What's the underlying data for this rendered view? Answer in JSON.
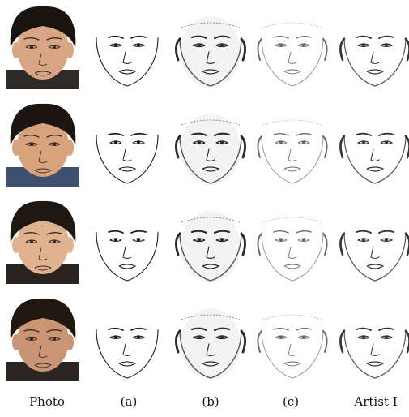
{
  "columns": [
    {
      "key": "photo",
      "caption": "Photo"
    },
    {
      "key": "a",
      "caption": "(a)"
    },
    {
      "key": "b",
      "caption": "(b)"
    },
    {
      "key": "c",
      "caption": "(c)"
    },
    {
      "key": "artist",
      "caption": "Artist I"
    }
  ],
  "rows": [
    {
      "subject": "subject-1",
      "skin": "#d9a685",
      "hair": "#1a1410",
      "shirt": "#2d2a28"
    },
    {
      "subject": "subject-2",
      "skin": "#d8a27c",
      "hair": "#1c1612",
      "shirt": "#3c4f6e"
    },
    {
      "subject": "subject-3",
      "skin": "#e0b28f",
      "hair": "#1e1812",
      "shirt": "#2a2320"
    },
    {
      "subject": "subject-4",
      "skin": "#c99574",
      "hair": "#20170f",
      "shirt": "#2a2520"
    }
  ],
  "colors": {
    "background": "#ffffff",
    "line_dark": "#1a1a1a",
    "line_pencil": "#555555",
    "line_light": "#9a9a9a",
    "photo_bg": "#ffffff"
  }
}
